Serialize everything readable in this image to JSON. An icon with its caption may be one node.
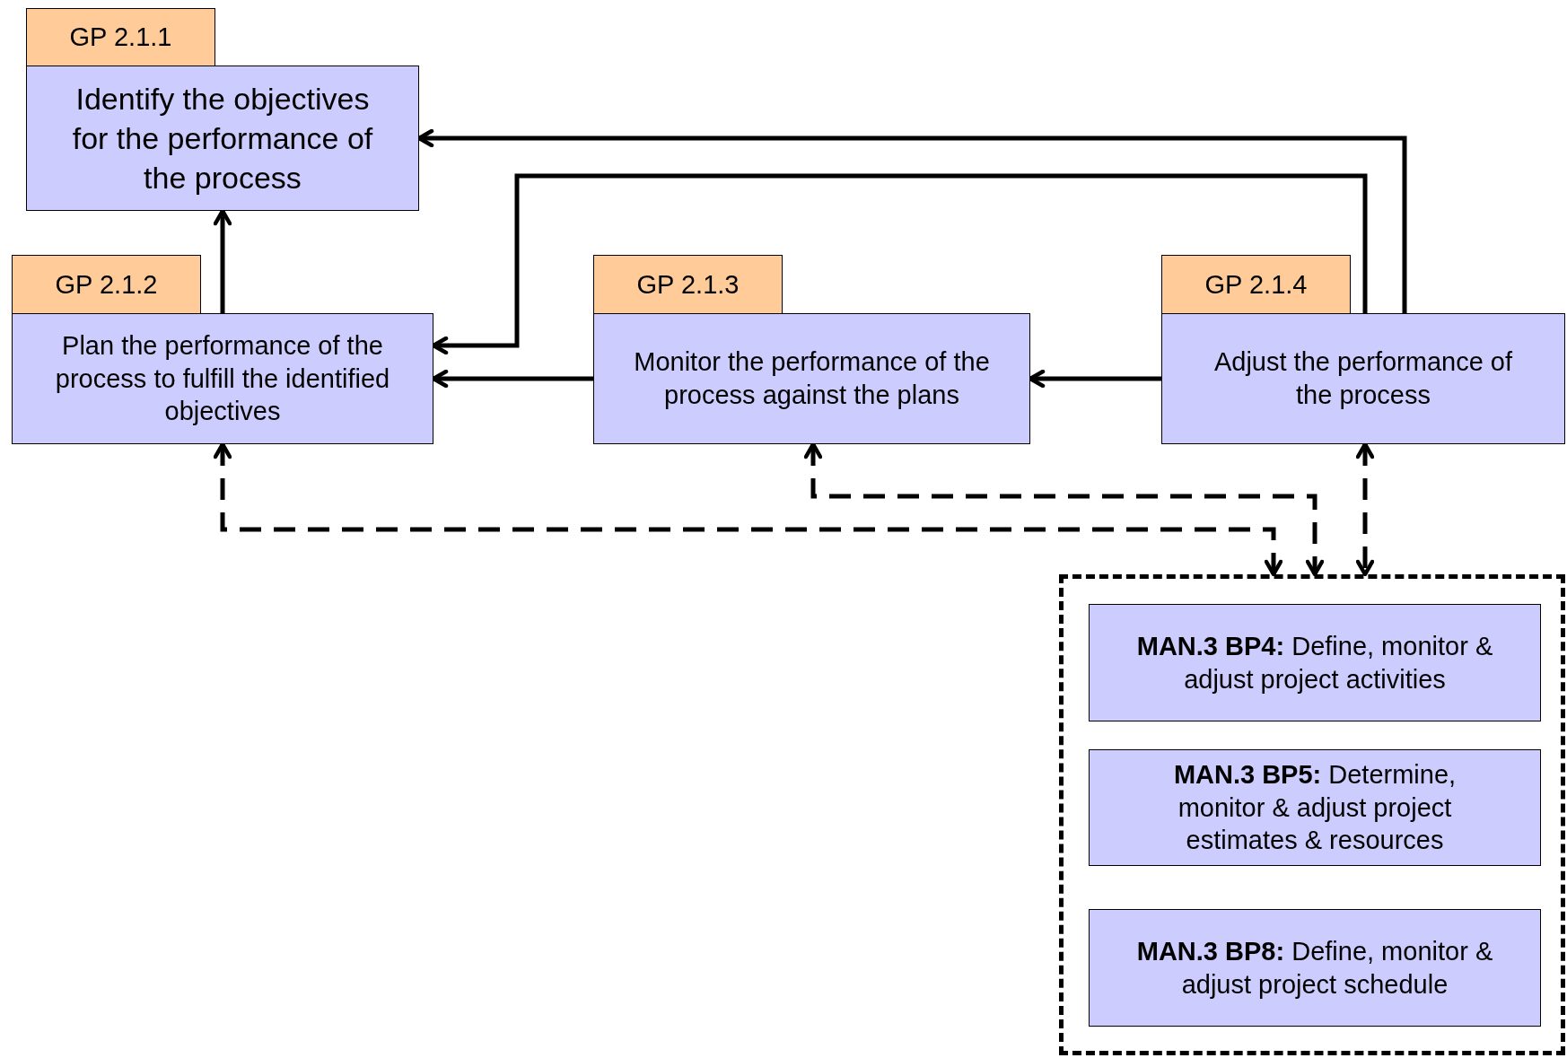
{
  "diagram": {
    "nodes": [
      {
        "text": [
          "GP 2.1.1"
        ]
      },
      {
        "text": [
          "Identify the objectives for the performance of the process"
        ]
      },
      {
        "text": [
          "GP 2.1.2"
        ]
      },
      {
        "text": [
          "Plan the performance of the process to fulfill the identified objectives"
        ]
      },
      {
        "text": [
          "GP 2.1.3"
        ]
      },
      {
        "text": [
          "Monitor the performance of the process against the plans"
        ]
      },
      {
        "text": [
          "GP 2.1.4"
        ]
      },
      {
        "text": [
          "Adjust the performance of the process"
        ]
      },
      {
        "text": [],
        "shape": "box"
      },
      {
        "text": [
          "**MAN.3 BP4:** Define, monitor & adjust project activities"
        ],
        "in": 8
      },
      {
        "text": [
          "**MAN.3 BP5:** Determine, monitor & adjust project estimates & resources"
        ],
        "in": 8
      },
      {
        "text": [
          "**MAN.3 BP8:** Define, monitor & adjust project schedule"
        ],
        "in": 8
      }
    ],
    "edges": [
      {
        "from": 3,
        "to": 1,
        "arrow": "to"
      },
      {
        "from": 7,
        "to": 1,
        "arrow": "to"
      },
      {
        "from": 7,
        "to": 3,
        "arrow": "to"
      },
      {
        "from": 5,
        "to": 3,
        "arrow": "to"
      },
      {
        "from": 7,
        "to": 5,
        "arrow": "to"
      },
      {
        "from": 3,
        "to": 8,
        "arrow": "both",
        "style": "dashed"
      },
      {
        "from": 5,
        "to": 8,
        "arrow": "both",
        "style": "dashed"
      },
      {
        "from": 7,
        "to": 8,
        "arrow": "both",
        "style": "dashed"
      }
    ]
  }
}
